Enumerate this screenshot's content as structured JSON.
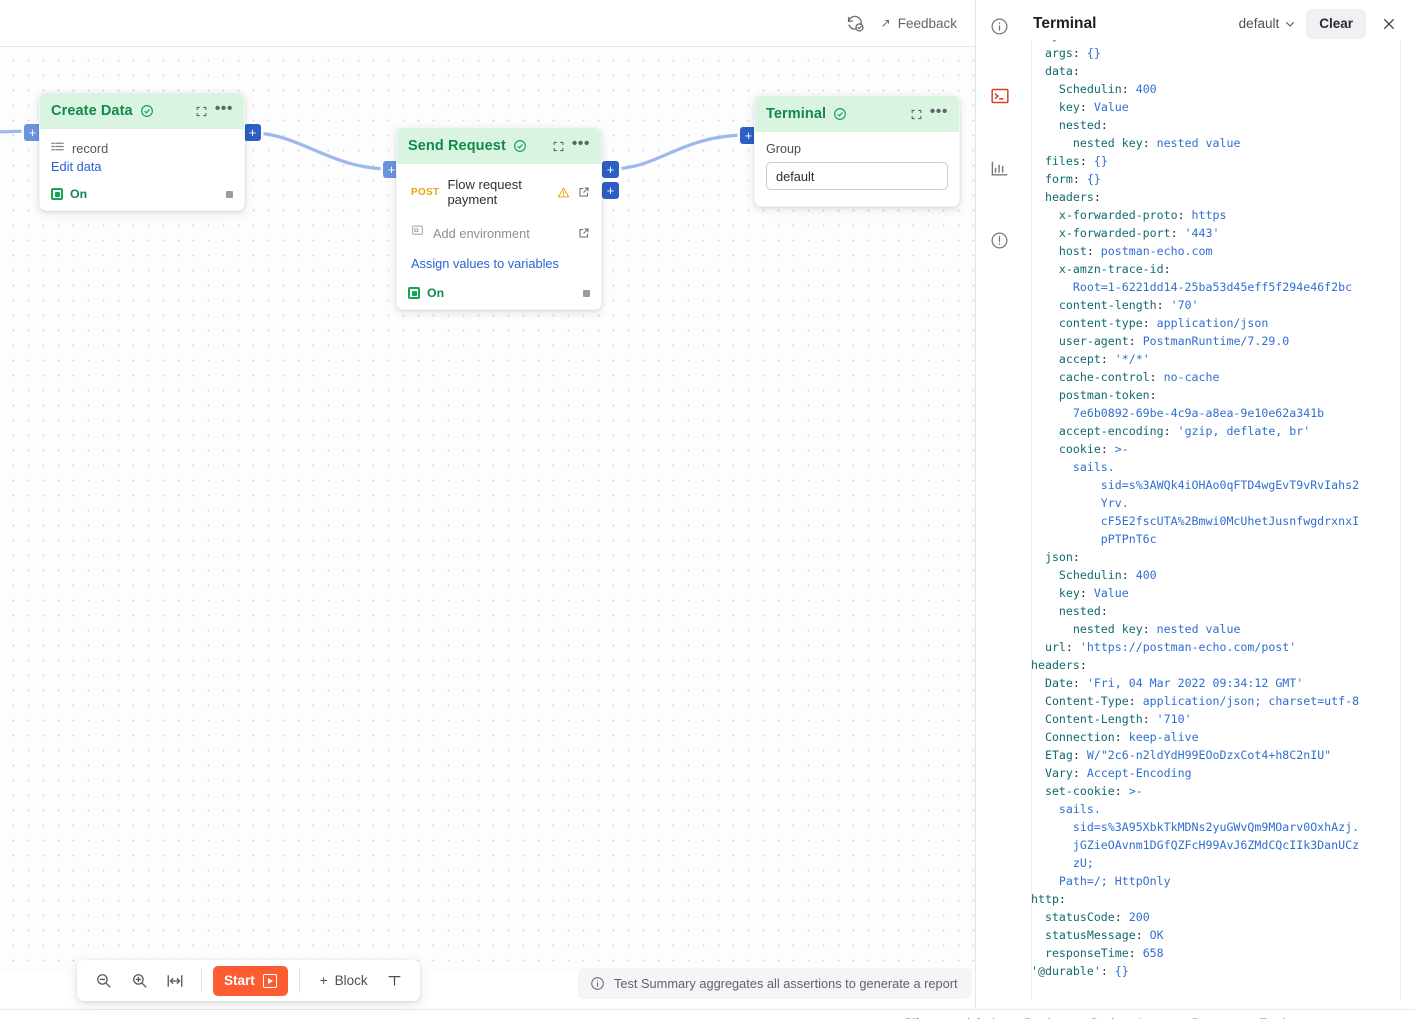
{
  "header": {
    "history_icon": "history-check-icon",
    "feedback_label": "Feedback",
    "feedback_arrow": "↗"
  },
  "canvas": {
    "nodes": [
      {
        "id": "create-data",
        "title": "Create Data",
        "status_icon": "check-circle-icon",
        "expand_icon": "expand-icon",
        "menu_icon": "more-icon",
        "record_label": "record",
        "record_icon": "table-rows-icon",
        "edit_link": "Edit data",
        "toggle_label": "On"
      },
      {
        "id": "send-request",
        "title": "Send Request",
        "status_icon": "check-circle-icon",
        "expand_icon": "expand-icon",
        "menu_icon": "more-icon",
        "method": "POST",
        "request_name": "Flow request payment",
        "warning_icon": "warning-triangle-icon",
        "open_icon": "external-link-icon",
        "environment_label": "Add environment",
        "environment_icon": "environment-icon",
        "assign_link": "Assign values to variables",
        "toggle_label": "On"
      },
      {
        "id": "terminal-node",
        "title": "Terminal",
        "status_icon": "check-circle-icon",
        "expand_icon": "expand-icon",
        "menu_icon": "more-icon",
        "group_label": "Group",
        "group_value": "default"
      }
    ]
  },
  "toolbar": {
    "zoom_out_icon": "zoom-out-icon",
    "zoom_in_icon": "zoom-in-icon",
    "fit_icon": "fit-to-width-icon",
    "start_label": "Start",
    "start_icon": "play-icon",
    "block_label": "Block",
    "block_plus": "+",
    "text_tool_icon": "text-tool-icon",
    "accent_color": "#fc5c32"
  },
  "hint": {
    "icon": "info-icon",
    "text": "Test Summary aggregates all assertions to generate a report"
  },
  "terminal": {
    "rail": [
      {
        "icon": "info-circle-icon",
        "active": false
      },
      {
        "icon": "terminal-icon",
        "active": true
      },
      {
        "icon": "bar-chart-icon",
        "active": false
      },
      {
        "icon": "alert-circle-icon",
        "active": false
      }
    ],
    "title": "Terminal",
    "selector_value": "default",
    "selector_icon": "chevron-down-icon",
    "clear_label": "Clear",
    "close_icon": "close-icon",
    "log_lines": [
      "body:",
      "  args: {}",
      "  data:",
      "    Schedulin: 400",
      "    key: Value",
      "    nested:",
      "      nested key: nested value",
      "  files: {}",
      "  form: {}",
      "  headers:",
      "    x-forwarded-proto: https",
      "    x-forwarded-port: '443'",
      "    host: postman-echo.com",
      "    x-amzn-trace-id:",
      "      Root=1-6221dd14-25ba53d45eff5f294e46f2bc",
      "    content-length: '70'",
      "    content-type: application/json",
      "    user-agent: PostmanRuntime/7.29.0",
      "    accept: '*/*'",
      "    cache-control: no-cache",
      "    postman-token:",
      "      7e6b0892-69be-4c9a-a8ea-9e10e62a341b",
      "    accept-encoding: 'gzip, deflate, br'",
      "    cookie: >-",
      "      sails.",
      "          sid=s%3AWQk4iOHAo0qFTD4wgEvT9vRvIahs2",
      "          Yrv.",
      "          cF5E2fscUTA%2Bmwi0McUhetJusnfwgdrxnxI",
      "          pPTPnT6c",
      "  json:",
      "    Schedulin: 400",
      "    key: Value",
      "    nested:",
      "      nested key: nested value",
      "  url: 'https://postman-echo.com/post'",
      "headers:",
      "  Date: 'Fri, 04 Mar 2022 09:34:12 GMT'",
      "  Content-Type: application/json; charset=utf-8",
      "  Content-Length: '710'",
      "  Connection: keep-alive",
      "  ETag: W/\"2c6-n2ldYdH99EOoDzxCot4+h8C2nIU\"",
      "  Vary: Accept-Encoding",
      "  set-cookie: >-",
      "    sails.",
      "      sid=s%3A95XbkTkMDNs2yuGWvQm9MOarv0OxhAzj.",
      "      jGZieOAvnm1DGfQZFcH99AvJ6ZMdCQcIIk3DanUCz",
      "      zU;",
      "    Path=/; HttpOnly",
      "http:",
      "  statusCode: 200",
      "  statusMessage: OK",
      "  responseTime: 658",
      "'@durable': {}"
    ]
  },
  "status_bar": {
    "items": [
      "Bifrost",
      "default",
      "Preview",
      "Desktop Agent",
      "Browser",
      "Trash"
    ]
  }
}
